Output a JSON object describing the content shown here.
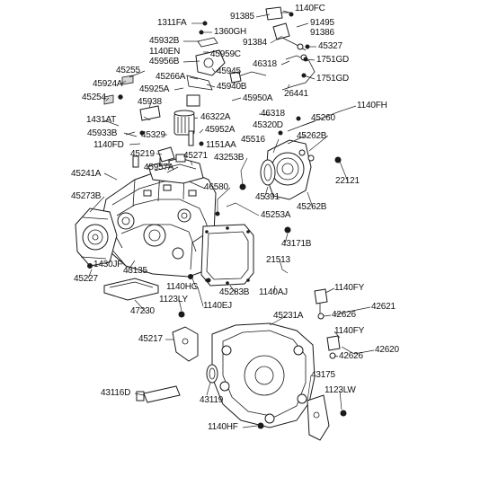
{
  "colors": {
    "line": "#1a1a1a",
    "background": "#ffffff"
  },
  "labels": {
    "l1311FA": "1311FA",
    "l1360GH": "1360GH",
    "l91385": "91385",
    "l1140FC": "1140FC",
    "l91495": "91495",
    "l91386": "91386",
    "l45932B": "45932B",
    "l91384": "91384",
    "l45327": "45327",
    "l1140EN": "1140EN",
    "l45959C": "45959C",
    "l45956B": "45956B",
    "l46318a": "46318",
    "l1751GDa": "1751GD",
    "l45255": "45255",
    "l45945": "45945",
    "l45924A": "45924A",
    "l45266A": "45266A",
    "l1751GDb": "1751GD",
    "l45925A": "45925A",
    "l45940B": "45940B",
    "l26441": "26441",
    "l45254": "45254",
    "l45938": "45938",
    "l45950A": "45950A",
    "l1140FH": "1140FH",
    "l46318b": "46318",
    "l1431AT": "1431AT",
    "l46322A": "46322A",
    "l45260": "45260",
    "l45320D": "45320D",
    "l45933B": "45933B",
    "l45329": "45329",
    "l45952A": "45952A",
    "l45516": "45516",
    "l45262Ba": "45262B",
    "l1140FD": "1140FD",
    "l1151AA": "1151AA",
    "l45219": "45219",
    "l45271": "45271",
    "l43253B": "43253B",
    "l45241A": "45241A",
    "l45957A": "45957A",
    "l22121": "22121",
    "l46580": "46580",
    "l45391": "45391",
    "l45273B": "45273B",
    "l45262Bb": "45262B",
    "l45253A": "45253A",
    "l43171B": "43171B",
    "l21513": "21513",
    "l1430JF": "1430JF",
    "l43135": "43135",
    "l45227": "45227",
    "l1140HG": "1140HG",
    "l45283B": "45283B",
    "l1140AJ": "1140AJ",
    "l1140FYa": "1140FY",
    "l1123LY": "1123LY",
    "l47230": "47230",
    "l1140EJ": "1140EJ",
    "l42621": "42621",
    "l42626a": "42626",
    "l45231A": "45231A",
    "l45217": "45217",
    "l1140FYb": "1140FY",
    "l42620": "42620",
    "l42626b": "42626",
    "l43175": "43175",
    "l43116D": "43116D",
    "l1123LW": "1123LW",
    "l43119": "43119",
    "l1140HF": "1140HF"
  }
}
